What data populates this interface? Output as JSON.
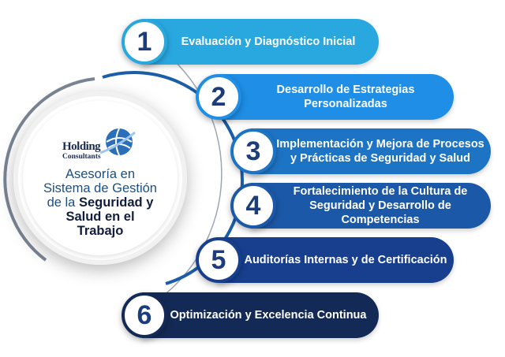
{
  "hub": {
    "logo_line1": "Holding",
    "logo_line2": "Consultants",
    "line1": "Asesoría en",
    "line2": "Sistema de Gestión",
    "line3_light": "de la",
    "line3_bold": "Seguridad y",
    "line4": "Salud en el",
    "line5": "Trabajo"
  },
  "steps": [
    {
      "number": "1",
      "text": "Evaluación y Diagnóstico Inicial",
      "color": "#29a8e0"
    },
    {
      "number": "2",
      "text": "Desarrollo de Estrategias Personalizadas",
      "color": "#1e8ee6"
    },
    {
      "number": "3",
      "text": "Implementación y Mejora de Procesos y Prácticas de Seguridad y Salud",
      "color": "#1d74c4"
    },
    {
      "number": "4",
      "text": "Fortalecimiento de la Cultura de Seguridad y Desarrollo de Competencias",
      "color": "#1c58a8"
    },
    {
      "number": "5",
      "text": "Auditorías Internas y de Certificación",
      "color": "#173f8e"
    },
    {
      "number": "6",
      "text": "Optimización y Excelencia Continua",
      "color": "#142a56"
    }
  ]
}
